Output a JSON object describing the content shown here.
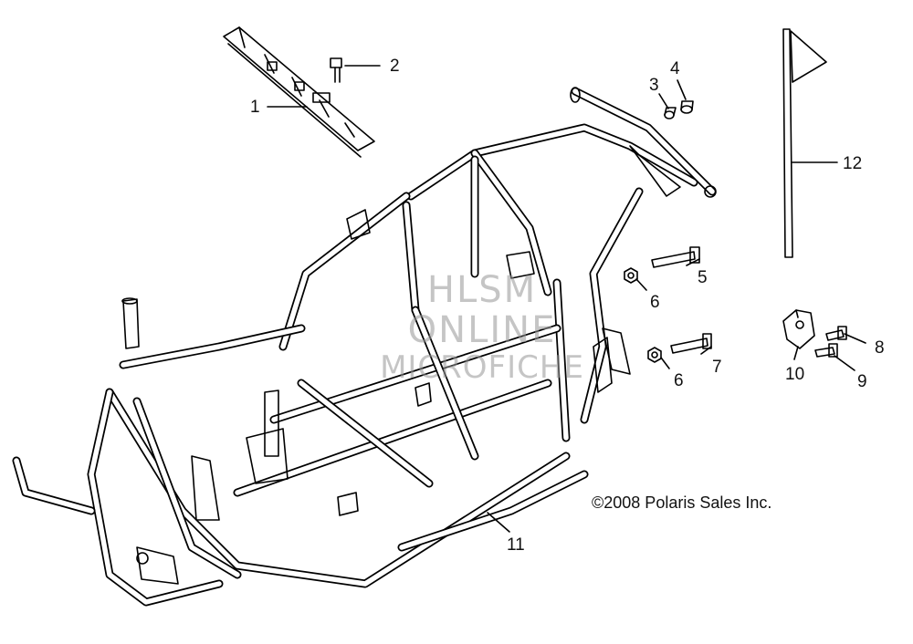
{
  "callouts": {
    "c1": "1",
    "c2": "2",
    "c3": "3",
    "c4": "4",
    "c5": "5",
    "c6a": "6",
    "c6b": "6",
    "c7": "7",
    "c8": "8",
    "c9": "9",
    "c10": "10",
    "c11": "11",
    "c12": "12"
  },
  "copyright": "©2008 Polaris Sales Inc.",
  "watermark": {
    "line1": "HLSM",
    "line2": "ONLINE",
    "line3": "MICROFICHE"
  },
  "colors": {
    "ink": "#000000",
    "background": "#ffffff",
    "watermark": "#969696"
  }
}
